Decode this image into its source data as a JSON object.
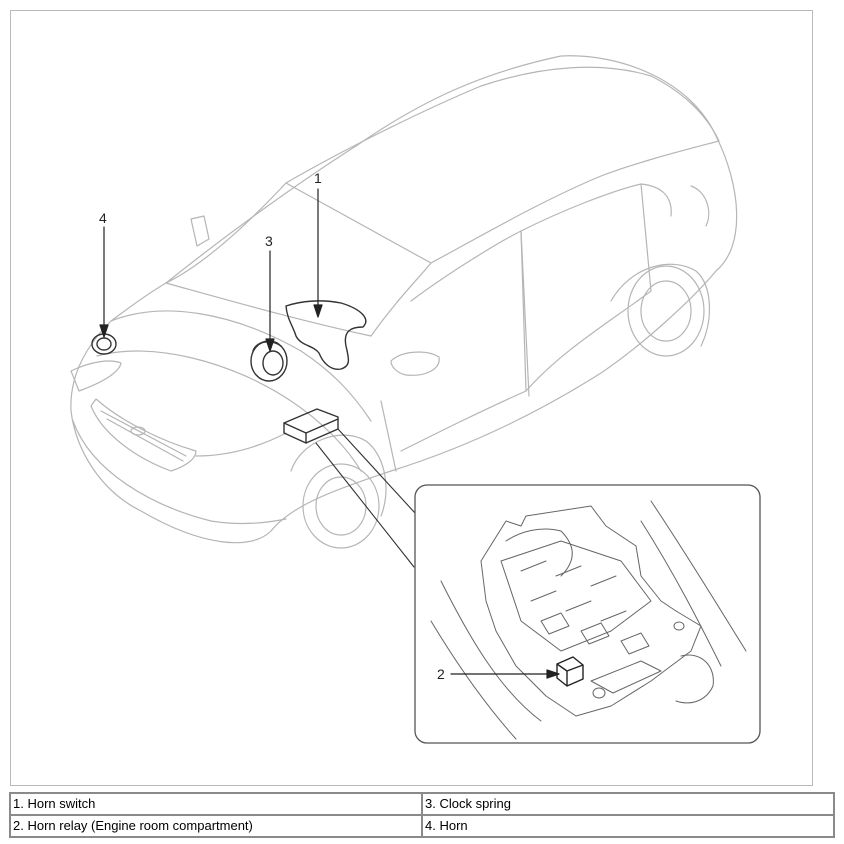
{
  "diagram": {
    "callouts": [
      {
        "id": "1",
        "text": "1"
      },
      {
        "id": "2",
        "text": "2"
      },
      {
        "id": "3",
        "text": "3"
      },
      {
        "id": "4",
        "text": "4"
      }
    ]
  },
  "legend": {
    "rows": [
      [
        "1. Horn switch",
        "3. Clock spring"
      ],
      [
        "2. Horn relay (Engine room compartment)",
        "4. Horn"
      ]
    ]
  }
}
